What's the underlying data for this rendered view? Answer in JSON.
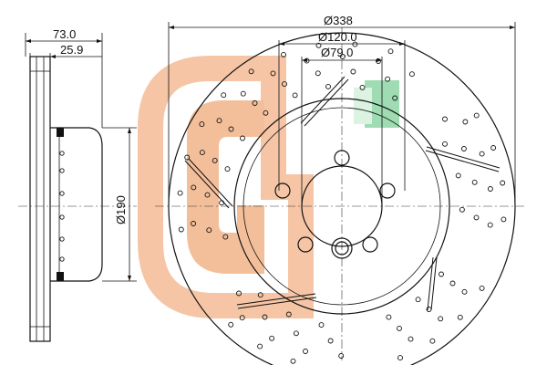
{
  "dimensions": {
    "overall_width": "73.0",
    "hat_width": "25.9",
    "hub_diameter": "Ø190",
    "outer_diameter": "Ø338",
    "bolt_circle": "Ø120.0",
    "center_bore": "Ø79.0"
  },
  "watermark": {
    "letters": "GJ",
    "colors": {
      "orange": "#f2b48a",
      "green": "#8fd6a6",
      "light_green": "#d7f1de"
    }
  },
  "colors": {
    "line": "#111111",
    "background": "#ffffff"
  },
  "features": {
    "lug_holes": 5,
    "drilled_holes": "cross-drilled",
    "slots": "directional slots"
  }
}
